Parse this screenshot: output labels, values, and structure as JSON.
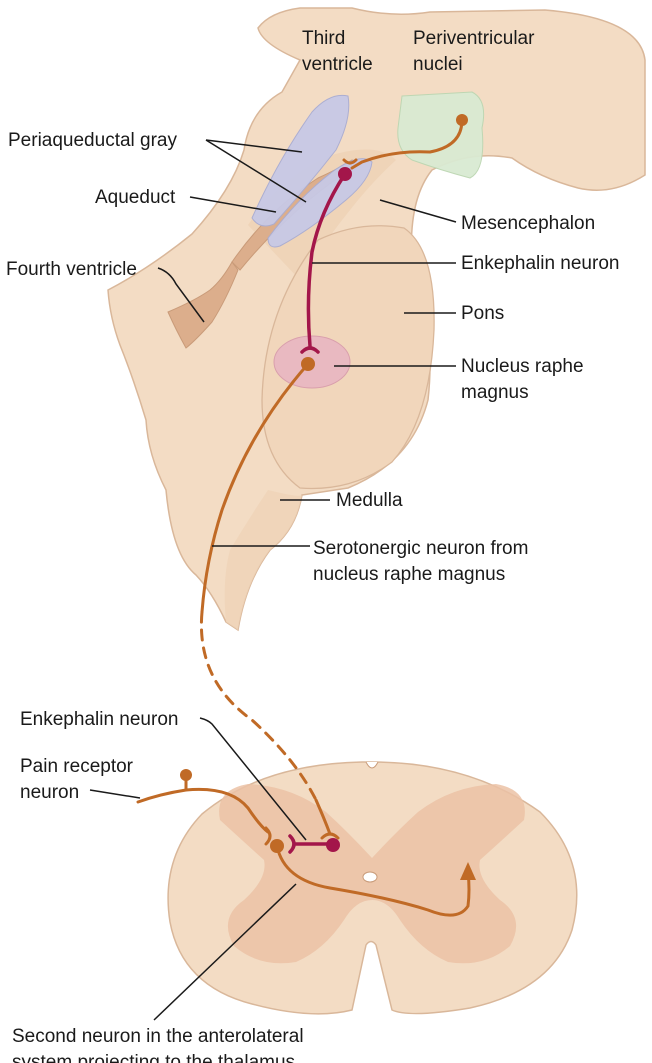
{
  "labels": {
    "third_ventricle_line1": "Third",
    "third_ventricle_line2": "ventricle",
    "periventricular_line1": "Periventricular",
    "periventricular_line2": "nuclei",
    "periaqueductal_gray": "Periaqueductal gray",
    "aqueduct": "Aqueduct",
    "mesencephalon": "Mesencephalon",
    "enkephalin_neuron_upper": "Enkephalin neuron",
    "fourth_ventricle": "Fourth ventricle",
    "pons": "Pons",
    "raphe_line1": "Nucleus raphe",
    "raphe_line2": "magnus",
    "medulla": "Medulla",
    "serotonergic_line1": "Serotonergic neuron from",
    "serotonergic_line2": "nucleus raphe magnus",
    "enkephalin_neuron_lower": "Enkephalin neuron",
    "pain_receptor_line1": "Pain receptor",
    "pain_receptor_line2": "neuron",
    "second_neuron_line1": "Second neuron in the anterolateral",
    "second_neuron_line2": "system projecting to the thalamus"
  },
  "colors": {
    "tissue": "#f3dcc4",
    "tissue_edge": "#d9b79a",
    "tissue_shadow": "#e8c7a8",
    "ventricle": "#dcae8c",
    "gray_matter": "#ebc2a6",
    "periaqueductal": "#c7c9e6",
    "periventricular": "#d9ead2",
    "raphe": "#e9b6c2",
    "serotonergic": "#c06a26",
    "enkephalin": "#a3164a"
  }
}
